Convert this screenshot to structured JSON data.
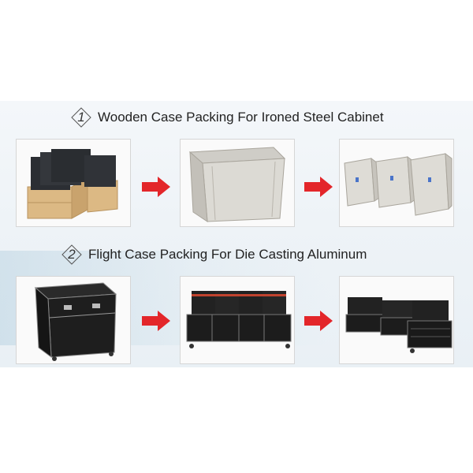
{
  "rows": [
    {
      "number": "1",
      "title": "Wooden Case Packing For Ironed Steel Cabinet"
    },
    {
      "number": "2",
      "title": "Flight Case Packing For Die Casting Aluminum"
    }
  ],
  "colors": {
    "arrow": "#e3262a",
    "wood": "#d9b98a",
    "case": "#1d1d1d",
    "plywood": "#d8d6d0"
  },
  "icons": [
    "right-arrow-icon"
  ]
}
